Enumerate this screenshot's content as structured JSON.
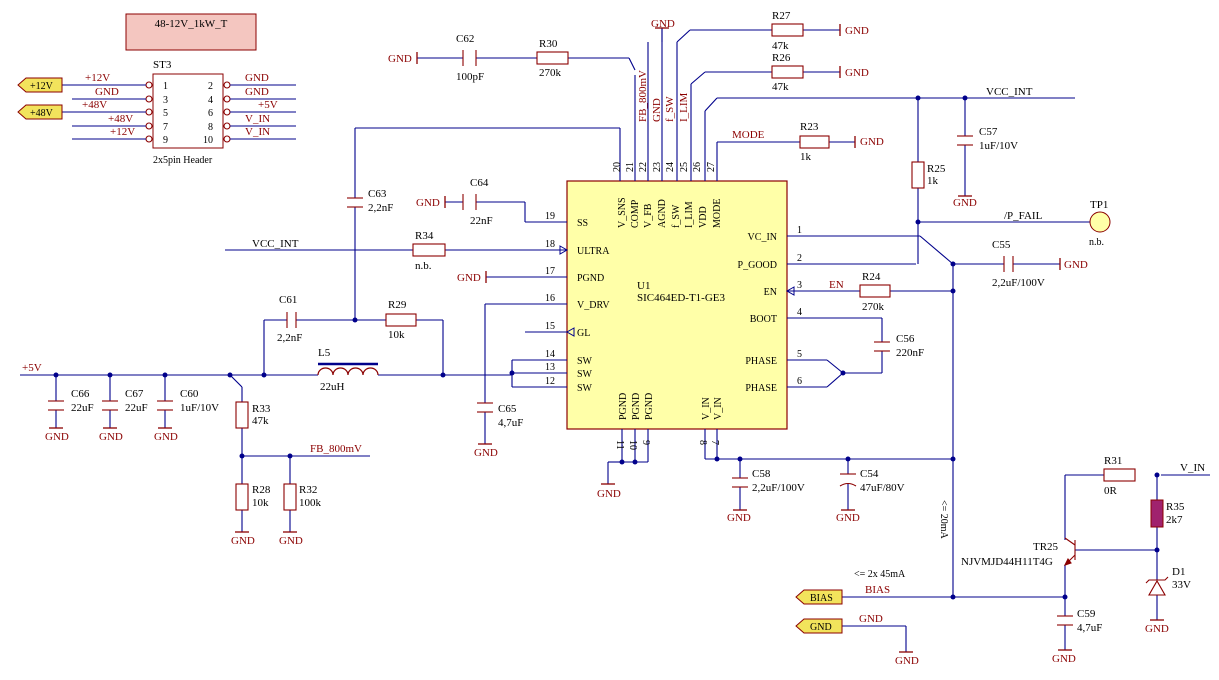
{
  "title_block": {
    "text": "48-12V_1kW_T"
  },
  "header": {
    "ref": "ST3",
    "desc": "2x5pin Header",
    "pins_left": [
      "1",
      "3",
      "5",
      "7",
      "9"
    ],
    "pins_right": [
      "2",
      "4",
      "6",
      "8",
      "10"
    ],
    "nets_left": [
      "+12V",
      "GND",
      "+48V",
      "+48V",
      "+12V"
    ],
    "nets_right": [
      "GND",
      "GND",
      "+5V",
      "V_IN",
      "V_IN"
    ],
    "ports": [
      "+12V",
      "+48V"
    ]
  },
  "ic": {
    "ref": "U1",
    "part": "SIC464ED-T1-GE3",
    "top_pins": [
      {
        "num": "20",
        "name": "V_SNS"
      },
      {
        "num": "21",
        "name": "COMP"
      },
      {
        "num": "22",
        "name": "V_FB"
      },
      {
        "num": "23",
        "name": "AGND"
      },
      {
        "num": "24",
        "name": "f_SW"
      },
      {
        "num": "25",
        "name": "I_LIM"
      },
      {
        "num": "26",
        "name": "VDD"
      },
      {
        "num": "27",
        "name": "MODE"
      }
    ],
    "left_pins": [
      {
        "num": "19",
        "name": "SS"
      },
      {
        "num": "18",
        "name": "ULTRA"
      },
      {
        "num": "17",
        "name": "PGND"
      },
      {
        "num": "16",
        "name": "V_DRV"
      },
      {
        "num": "15",
        "name": "GL"
      },
      {
        "num": "14",
        "name": "SW"
      },
      {
        "num": "13",
        "name": "SW"
      },
      {
        "num": "12",
        "name": "SW"
      }
    ],
    "right_pins": [
      {
        "num": "1",
        "name": "VC_IN"
      },
      {
        "num": "2",
        "name": "P_GOOD"
      },
      {
        "num": "3",
        "name": "EN"
      },
      {
        "num": "4",
        "name": "BOOT"
      },
      {
        "num": "5",
        "name": "PHASE"
      },
      {
        "num": "6",
        "name": "PHASE"
      }
    ],
    "bottom_pins": [
      {
        "num": "11",
        "name": "PGND"
      },
      {
        "num": "10",
        "name": "PGND"
      },
      {
        "num": "9",
        "name": "PGND"
      },
      {
        "num": "8",
        "name": "V_IN"
      },
      {
        "num": "7",
        "name": "V_IN"
      }
    ]
  },
  "components": {
    "c62": {
      "ref": "C62",
      "val": "100pF"
    },
    "r30": {
      "ref": "R30",
      "val": "270k"
    },
    "r27": {
      "ref": "R27",
      "val": "47k"
    },
    "r26": {
      "ref": "R26",
      "val": "47k"
    },
    "r23": {
      "ref": "R23",
      "val": "1k"
    },
    "c57": {
      "ref": "C57",
      "val": "1uF/10V"
    },
    "r25": {
      "ref": "R25",
      "val": "1k"
    },
    "tp1": {
      "ref": "TP1",
      "val": "n.b."
    },
    "c55": {
      "ref": "C55",
      "val": "2,2uF/100V"
    },
    "r24": {
      "ref": "R24",
      "val": "270k"
    },
    "c56": {
      "ref": "C56",
      "val": "220nF"
    },
    "c63": {
      "ref": "C63",
      "val": "2,2nF"
    },
    "c64": {
      "ref": "C64",
      "val": "22nF"
    },
    "r34": {
      "ref": "R34",
      "val": "n.b."
    },
    "c61": {
      "ref": "C61",
      "val": "2,2nF"
    },
    "r29": {
      "ref": "R29",
      "val": "10k"
    },
    "l5": {
      "ref": "L5",
      "val": "22uH"
    },
    "c65": {
      "ref": "C65",
      "val": "4,7uF"
    },
    "c66": {
      "ref": "C66",
      "val": "22uF"
    },
    "c67": {
      "ref": "C67",
      "val": "22uF"
    },
    "c60": {
      "ref": "C60",
      "val": "1uF/10V"
    },
    "r33": {
      "ref": "R33",
      "val": "47k"
    },
    "r28": {
      "ref": "R28",
      "val": "10k"
    },
    "r32": {
      "ref": "R32",
      "val": "100k"
    },
    "c58": {
      "ref": "C58",
      "val": "2,2uF/100V"
    },
    "c54": {
      "ref": "C54",
      "val": "47uF/80V"
    },
    "r31": {
      "ref": "R31",
      "val": "0R"
    },
    "r35": {
      "ref": "R35",
      "val": "2k7"
    },
    "d1": {
      "ref": "D1",
      "val": "33V"
    },
    "tr25": {
      "ref": "TR25",
      "val": "NJVMJD44H11T4G"
    },
    "c59": {
      "ref": "C59",
      "val": "4,7uF"
    }
  },
  "nets": {
    "gnd": "GND",
    "vcc_int": "VCC_INT",
    "p_fail": "/P_FAIL",
    "mode": "MODE",
    "en": "EN",
    "fb": "FB_800mV",
    "fb_top": "FB_800mV",
    "gnd_top": "GND",
    "f_sw": "f_SW",
    "i_lim": "I_LIM",
    "plus5v": "+5V",
    "v_in": "V_IN",
    "bias": "BIAS",
    "bias_port": "BIAS",
    "gnd_port": "GND",
    "current_20ma": "<= 20mA",
    "current_45ma": "<= 2x 45mA"
  },
  "colors": {
    "wire": "#00008b",
    "part": "#8b0000",
    "ic_fill": "#ffffa8",
    "title_fill": "#f4c6c0",
    "port_fill": "#f2e35c",
    "r35_fill": "#a0226e"
  }
}
